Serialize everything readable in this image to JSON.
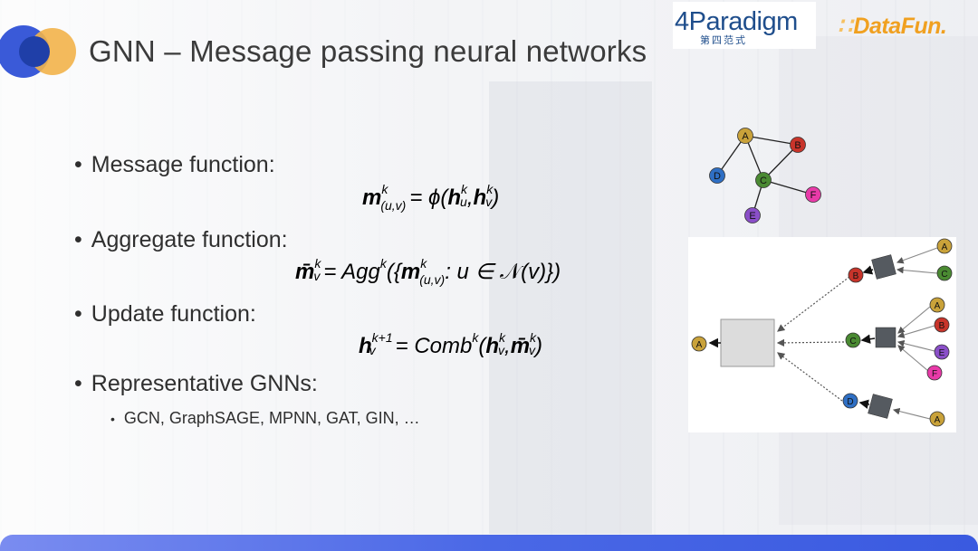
{
  "header": {
    "title": "GNN – Message passing neural networks",
    "logo_4paradigm": "4Paradigm",
    "logo_4paradigm_sub": "第四范式",
    "logo_datafun": "DataFun."
  },
  "bullets": [
    {
      "label": "Message function:"
    },
    {
      "label": "Aggregate function:"
    },
    {
      "label": "Update function:"
    },
    {
      "label": "Representative GNNs:"
    }
  ],
  "sub_bullet": "GCN, GraphSAGE, MPNN, GAT, GIN, …",
  "bullet_glyph": "•",
  "formulas": {
    "message": "m(u,v)k = ϕ(huk, hvk)",
    "aggregate": "m̄vk = Aggk({m(u,v)k: u ∈ N(v)})",
    "update": "hvk+1 = Combk(hvk, m̄vk)"
  },
  "graph_top": {
    "nodes": [
      {
        "id": "A",
        "color": "#c9a23a"
      },
      {
        "id": "B",
        "color": "#c8342a"
      },
      {
        "id": "C",
        "color": "#4a8a32"
      },
      {
        "id": "D",
        "color": "#2f6fc4"
      },
      {
        "id": "E",
        "color": "#8a4fc8"
      },
      {
        "id": "F",
        "color": "#e83aa8"
      }
    ]
  },
  "graph_tree": {
    "nodes": [
      "A",
      "B",
      "C",
      "D",
      "A",
      "C",
      "A",
      "B",
      "E",
      "F",
      "A"
    ]
  },
  "colors": {
    "title": "#3b3b3b",
    "bottom_bar": "#4a68e6",
    "logo_blue": "#1f4e8c",
    "logo_orange": "#f0a020"
  }
}
